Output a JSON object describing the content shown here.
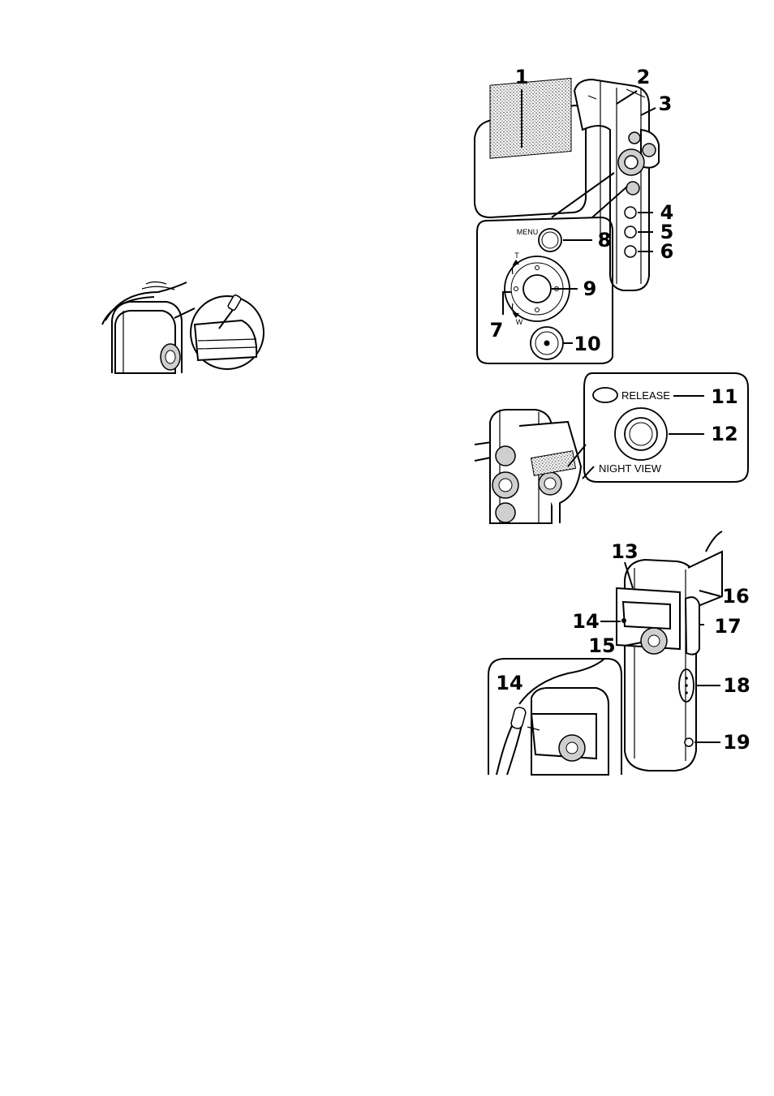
{
  "callouts": {
    "c1": "1",
    "c2": "2",
    "c3": "3",
    "c4": "4",
    "c5": "5",
    "c6": "6",
    "c7": "7",
    "c8": "8",
    "c9": "9",
    "c10": "10",
    "c11": "11",
    "c12": "12",
    "c13": "13",
    "c14": "14",
    "c14b": "14",
    "c15": "15",
    "c16": "16",
    "c17": "17",
    "c18": "18",
    "c19": "19"
  },
  "labels": {
    "menu": "MENU",
    "tele": "T",
    "wide": "W",
    "release": "RELEASE",
    "night_view": "NIGHT VIEW"
  }
}
